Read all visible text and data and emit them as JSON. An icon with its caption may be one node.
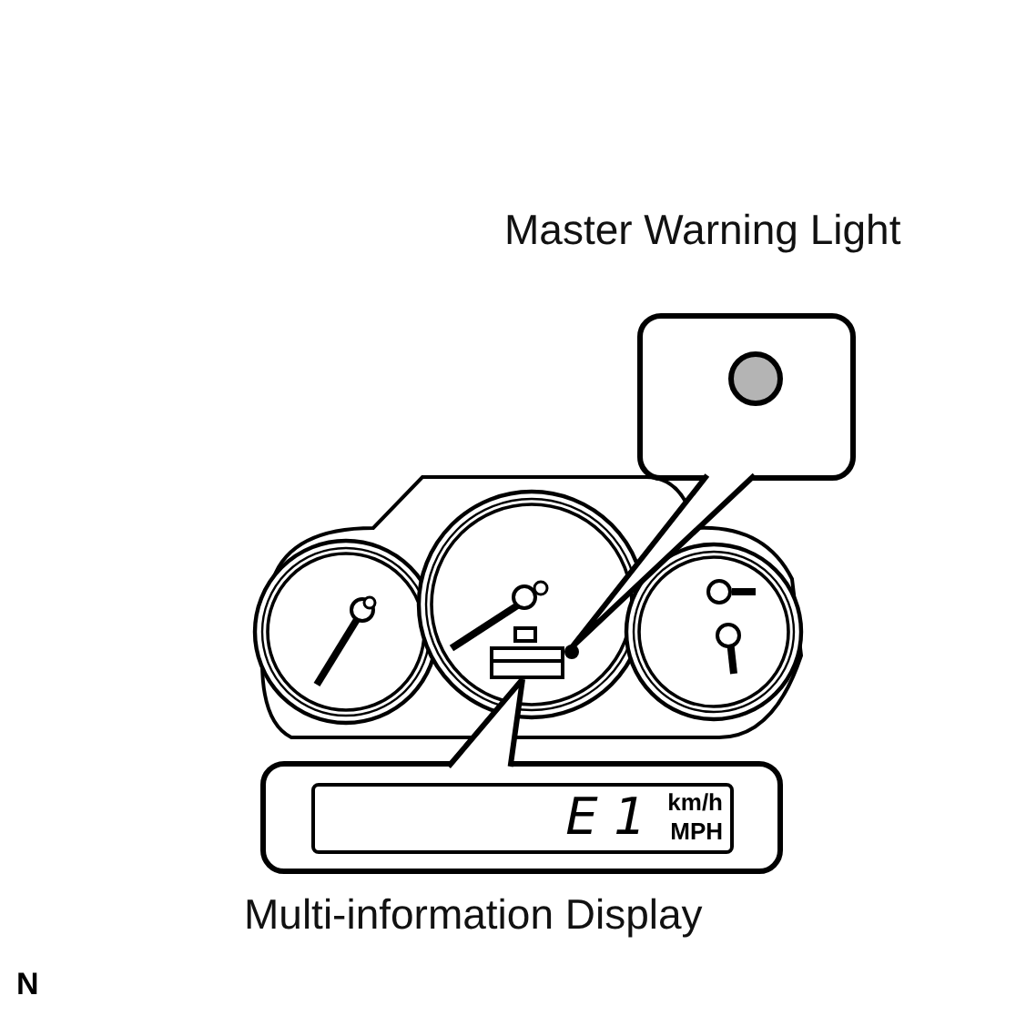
{
  "diagram": {
    "nodes": [
      {
        "text": [
          "Master Warning Light"
        ]
      },
      {
        "text": [],
        "shape": "circle",
        "in": 0
      },
      {
        "text": [],
        "shape": "circle"
      },
      {
        "text": [
          "Multi-information Display"
        ]
      },
      {
        "text": [
          "E 1",
          "km/h",
          "MPH"
        ],
        "in": 3
      },
      {
        "text": [],
        "shape": "box"
      }
    ],
    "edges": [
      {
        "from": 0,
        "to": 2,
        "arrow": "none"
      },
      {
        "from": 3,
        "to": 5,
        "arrow": "none"
      }
    ],
    "labels": [
      "N"
    ]
  }
}
